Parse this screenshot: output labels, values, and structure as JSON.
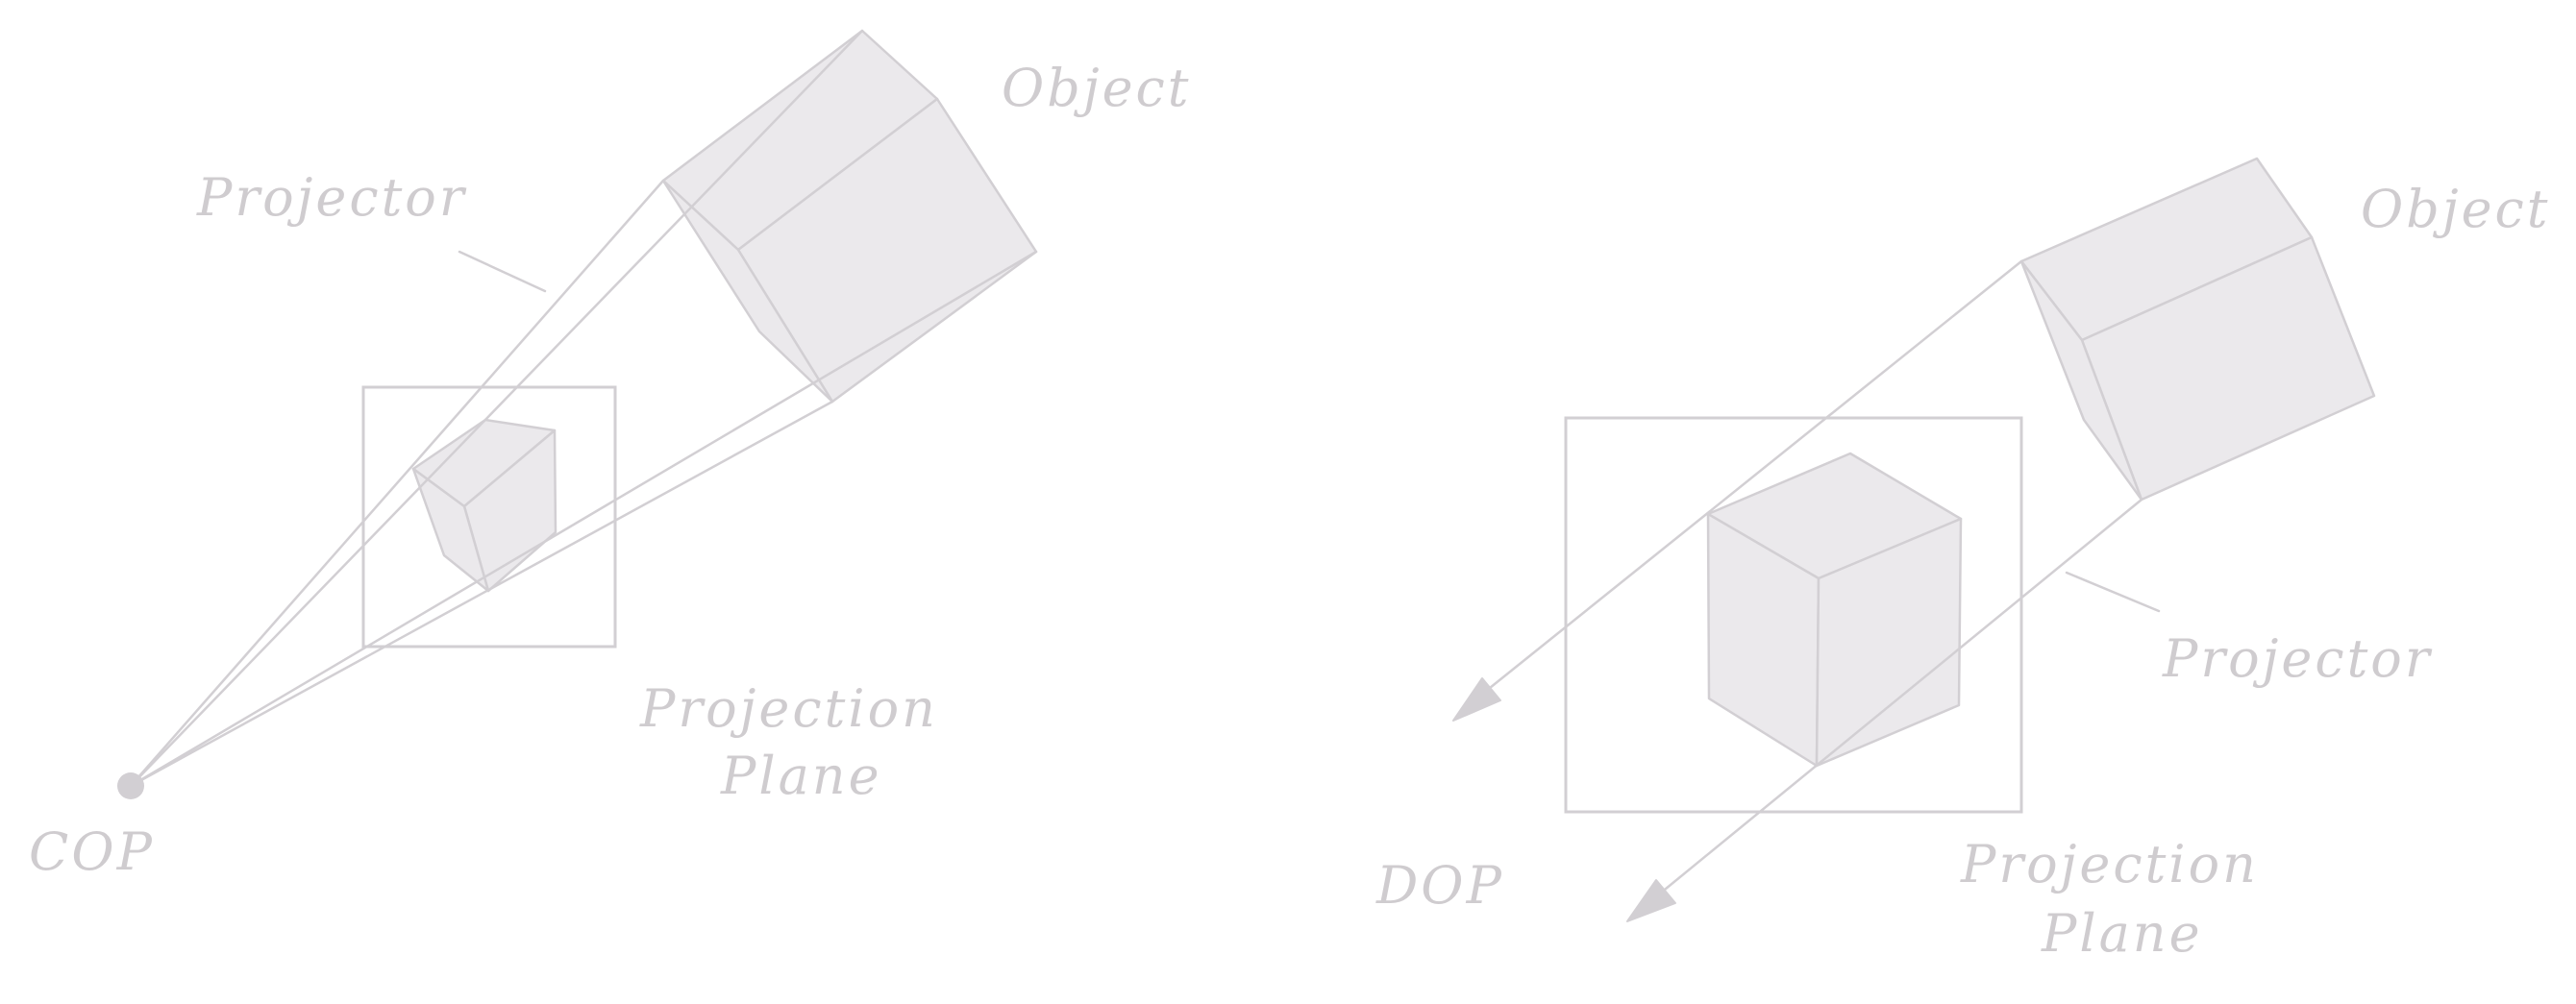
{
  "perspective": {
    "object_label": "Object",
    "projector_label": "Projector",
    "plane_label_line1": "Projection",
    "plane_label_line2": "Plane",
    "center_label": "COP"
  },
  "parallel": {
    "object_label": "Object",
    "projector_label": "Projector",
    "plane_label_line1": "Projection",
    "plane_label_line2": "Plane",
    "direction_label": "DOP"
  },
  "colors": {
    "stroke": "#d2cfd3",
    "face_fill": "#ebe9ec",
    "text": "#cfcccf",
    "background": "#ffffff"
  }
}
